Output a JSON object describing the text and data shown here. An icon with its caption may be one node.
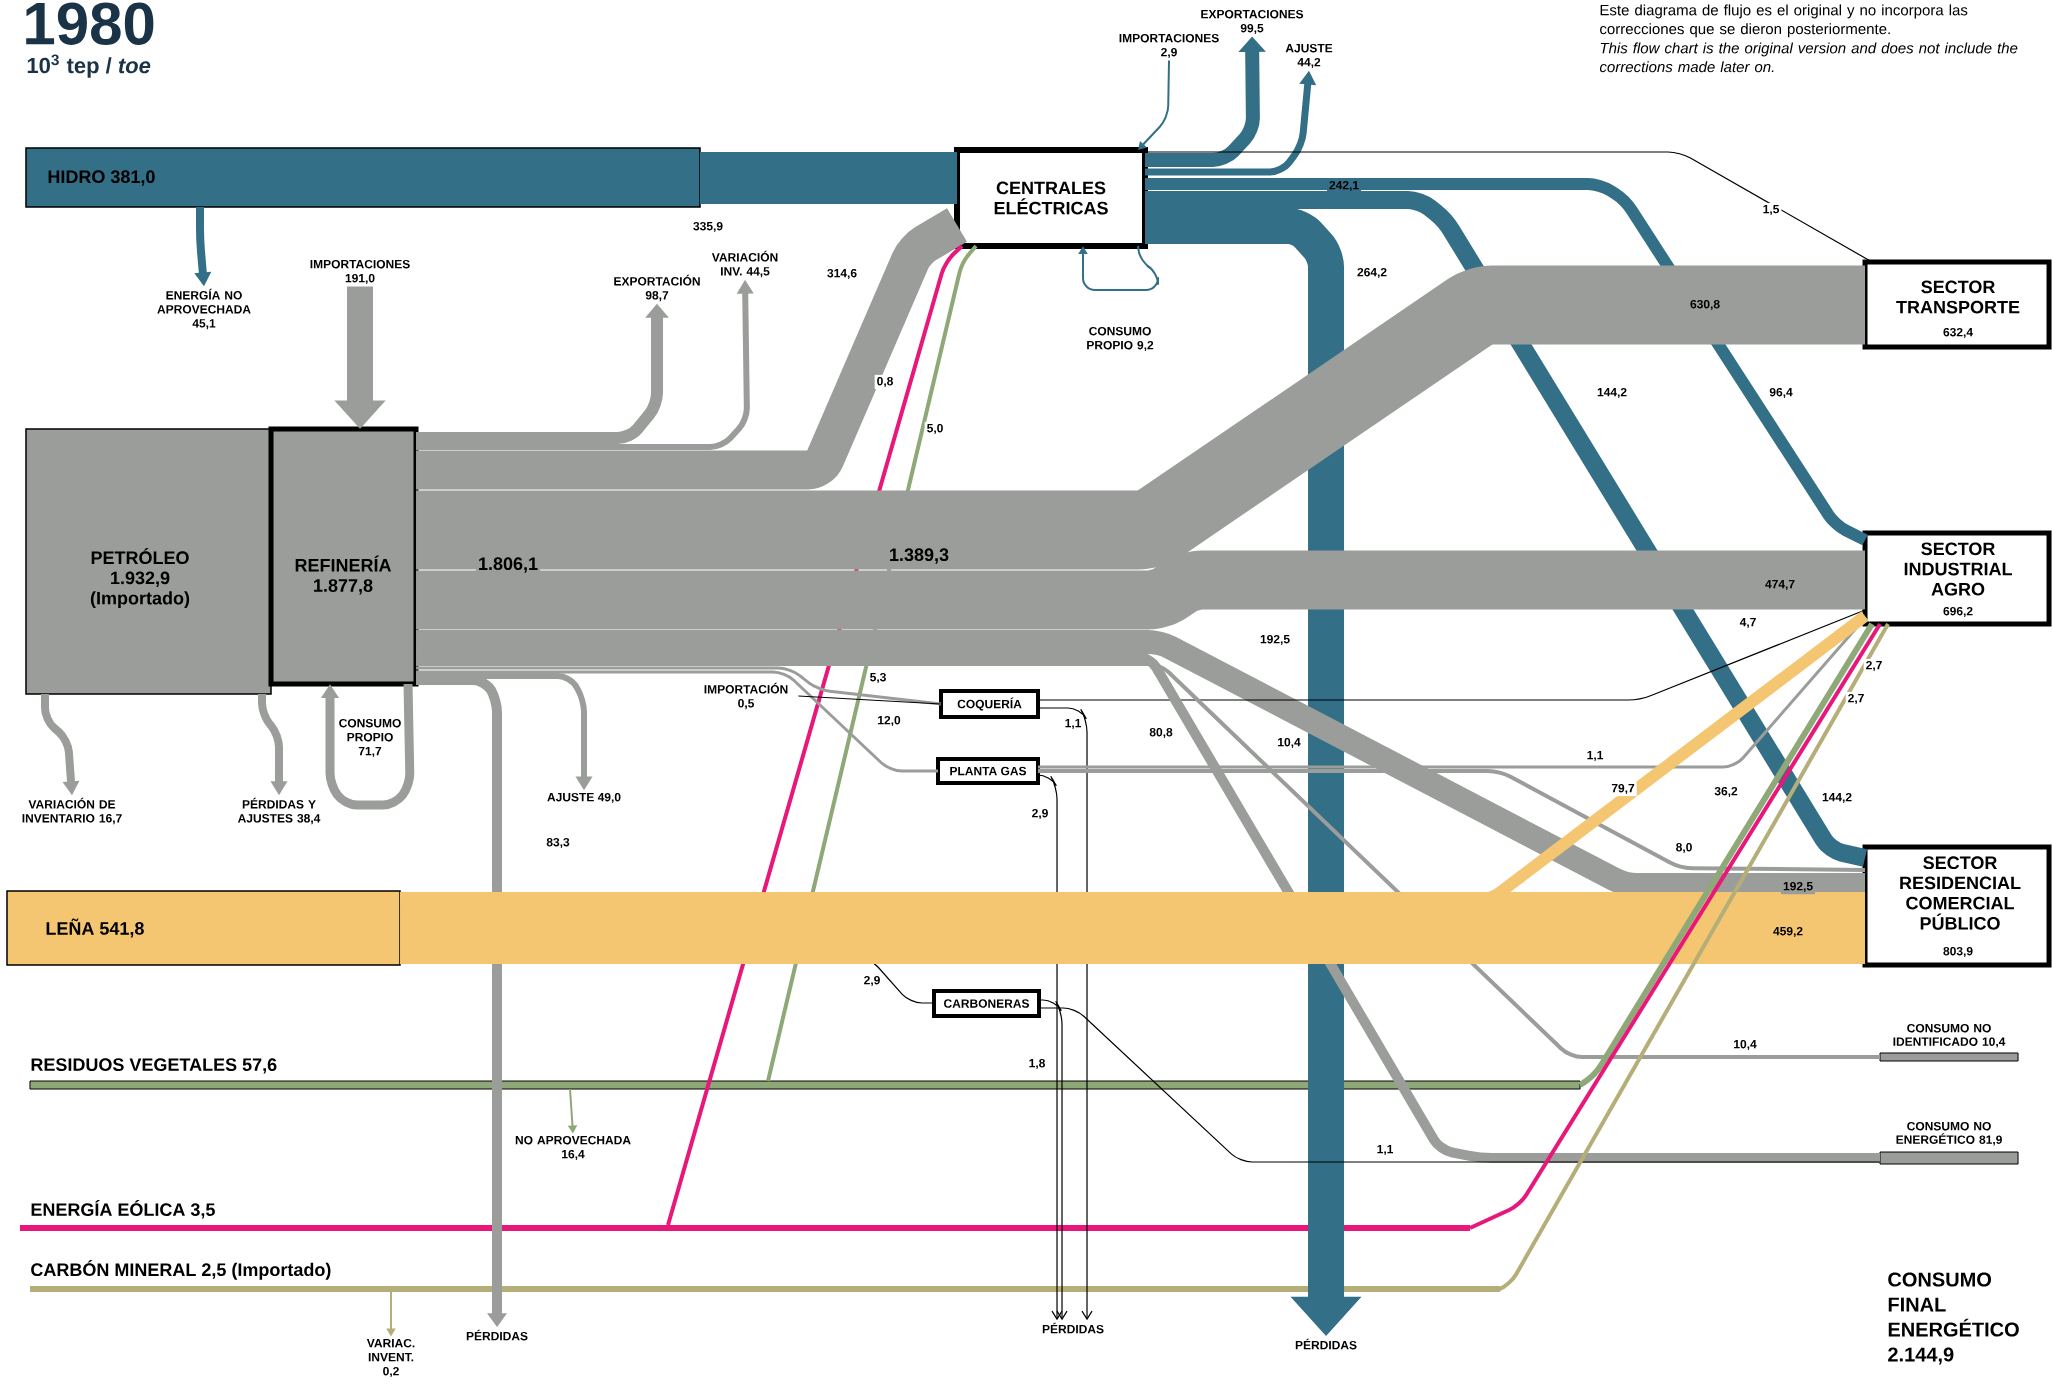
{
  "diagram": {
    "title": "1980",
    "nodes": [
      {
        "text": [
          "HIDRO 381,0"
        ]
      },
      {
        "text": [
          "CENTRALES ELÉCTRICAS"
        ]
      },
      {
        "text": [
          "PETRÓLEO 1.932,9 (Importado)"
        ]
      },
      {
        "text": [
          "REFINERÍA 1.877,8"
        ]
      },
      {
        "text": [
          "SECTOR TRANSPORTE",
          "632,4"
        ]
      },
      {
        "text": [
          "SECTOR INDUSTRIAL AGRO",
          "696,2"
        ]
      },
      {
        "text": [
          "SECTOR RESIDENCIAL COMERCIAL PÚBLICO",
          "803,9"
        ]
      },
      {
        "text": [
          "LEÑA 541,8"
        ]
      },
      {
        "text": [
          "COQUERÍA"
        ]
      },
      {
        "text": [
          "PLANTA GAS"
        ]
      },
      {
        "text": [
          "CARBONERAS"
        ]
      },
      {
        "text": [
          "RESIDUOS VEGETALES 57,6"
        ]
      },
      {
        "text": [
          "ENERGÍA EÓLICA 3,5"
        ]
      },
      {
        "text": [
          "CARBÓN MINERAL 2,5 (Importado)"
        ]
      },
      {
        "text": [
          "CONSUMO NO IDENTIFICADO 10,4"
        ]
      },
      {
        "text": [
          "CONSUMO NO ENERGÉTICO 81,9"
        ]
      },
      {
        "text": [
          "ENERGÍA NO APROVECHADA 45,1"
        ]
      },
      {
        "text": [
          "IMPORTACIONES 191,0"
        ]
      },
      {
        "text": [
          "EXPORTACIÓN 98,7"
        ]
      },
      {
        "text": [
          "VARIACIÓN INV. 44,5"
        ]
      },
      {
        "text": [
          "IMPORTACIONES 2,9"
        ]
      },
      {
        "text": [
          "EXPORTACIONES 99,5"
        ]
      },
      {
        "text": [
          "AJUSTE 44,2"
        ]
      },
      {
        "text": [
          "VARIACIÓN DE INVENTARIO 16,7"
        ]
      },
      {
        "text": [
          "PÉRDIDAS Y AJUSTES 38,4"
        ]
      },
      {
        "text": [
          "AJUSTE 49,0"
        ]
      },
      {
        "text": [
          "PÉRDIDAS"
        ]
      },
      {
        "text": [
          "PÉRDIDAS"
        ]
      },
      {
        "text": [
          "PÉRDIDAS"
        ]
      },
      {
        "text": [
          "NO APROVECHADA 16,4"
        ]
      },
      {
        "text": [
          "VARIAC. INVENT. 0,2"
        ]
      },
      {
        "text": [
          "IMPORTACIÓN 0,5"
        ]
      }
    ],
    "edges": [
      {
        "from": 0,
        "to": 16,
        "arrow": "to",
        "color": "#336f87"
      },
      {
        "from": 0,
        "to": 1,
        "arrow": "none",
        "label": "335,9",
        "style": "thick",
        "color": "#336f87"
      },
      {
        "from": 17,
        "to": 3,
        "arrow": "to",
        "style": "thick"
      },
      {
        "from": 3,
        "to": 18,
        "arrow": "to",
        "style": "thick"
      },
      {
        "from": 3,
        "to": 19,
        "arrow": "to"
      },
      {
        "from": 3,
        "to": 1,
        "arrow": "none",
        "label": "314,6",
        "style": "thick"
      },
      {
        "from": 12,
        "to": 1,
        "arrow": "none",
        "label": "0,8",
        "color": "#e8177a"
      },
      {
        "from": 11,
        "to": 1,
        "arrow": "none",
        "label": "5,0",
        "color": "#8fa878"
      },
      {
        "from": 1,
        "to": 21,
        "arrow": "to",
        "style": "thick",
        "color": "#336f87"
      },
      {
        "from": 1,
        "to": 22,
        "arrow": "to",
        "color": "#336f87"
      },
      {
        "from": 20,
        "to": 1,
        "arrow": "to",
        "color": "#336f87"
      },
      {
        "from": 1,
        "to": 1,
        "arrow": "to",
        "label": "CONSUMO PROPIO 9,2",
        "color": "#336f87"
      },
      {
        "from": 1,
        "to": 4,
        "arrow": "none",
        "label": "1,5",
        "color": "#000000"
      },
      {
        "from": 1,
        "to": 5,
        "arrow": "none",
        "label": "96,4",
        "style": "thick",
        "color": "#336f87"
      },
      {
        "from": 1,
        "to": 6,
        "arrow": "none",
        "label": "144,2",
        "style": "thick",
        "color": "#336f87"
      },
      {
        "from": 1,
        "to": 28,
        "arrow": "to",
        "label": "264,2",
        "style": "thick",
        "color": "#336f87"
      },
      {
        "from": 3,
        "to": 4,
        "arrow": "none",
        "label": "630,8",
        "style": "thick"
      },
      {
        "from": 3,
        "to": 5,
        "arrow": "none",
        "label": "474,7",
        "style": "thick"
      },
      {
        "from": 3,
        "to": 6,
        "arrow": "none",
        "label": "192,5",
        "style": "thick"
      },
      {
        "from": 2,
        "to": 23,
        "arrow": "to"
      },
      {
        "from": 2,
        "to": 24,
        "arrow": "to"
      },
      {
        "from": 3,
        "to": 3,
        "arrow": "to",
        "label": "CONSUMO PROPIO 71,7"
      },
      {
        "from": 3,
        "to": 25,
        "arrow": "to"
      },
      {
        "from": 3,
        "to": 26,
        "arrow": "to",
        "label": "83,3"
      },
      {
        "from": 3,
        "to": 8,
        "arrow": "none",
        "label": "5,3"
      },
      {
        "from": 3,
        "to": 9,
        "arrow": "none",
        "label": "12,0"
      },
      {
        "from": 31,
        "to": 8,
        "arrow": "none",
        "color": "#000000"
      },
      {
        "from": 8,
        "to": 27,
        "arrow": "to",
        "label": "1,1",
        "color": "#000000"
      },
      {
        "from": 8,
        "to": 5,
        "arrow": "none",
        "label": "4,7",
        "color": "#000000"
      },
      {
        "from": 9,
        "to": 27,
        "arrow": "to",
        "label": "2,9",
        "color": "#000000"
      },
      {
        "from": 9,
        "to": 5,
        "arrow": "none",
        "label": "1,1"
      },
      {
        "from": 9,
        "to": 6,
        "arrow": "none",
        "label": "8,0"
      },
      {
        "from": 3,
        "to": 14,
        "arrow": "none",
        "label": "10,4"
      },
      {
        "from": 3,
        "to": 15,
        "arrow": "none",
        "label": "80,8"
      },
      {
        "from": 7,
        "to": 10,
        "arrow": "none",
        "label": "2,9",
        "color": "#000000"
      },
      {
        "from": 10,
        "to": 27,
        "arrow": "to",
        "label": "1,8",
        "color": "#000000"
      },
      {
        "from": 10,
        "to": 15,
        "arrow": "none",
        "label": "1,1",
        "color": "#000000"
      },
      {
        "from": 7,
        "to": 5,
        "arrow": "none",
        "label": "79,7",
        "style": "thick",
        "color": "#f5c671"
      },
      {
        "from": 7,
        "to": 6,
        "arrow": "none",
        "label": "459,2",
        "style": "thick",
        "color": "#f5c671"
      },
      {
        "from": 11,
        "to": 29,
        "arrow": "to",
        "color": "#8fa878"
      },
      {
        "from": 11,
        "to": 5,
        "arrow": "none",
        "label": "36,2",
        "color": "#8fa878"
      },
      {
        "from": 12,
        "to": 5,
        "arrow": "none",
        "label": "2,7",
        "color": "#e8177a"
      },
      {
        "from": 13,
        "to": 5,
        "arrow": "none",
        "label": "2,7",
        "color": "#b5ae78"
      },
      {
        "from": 13,
        "to": 30,
        "arrow": "to",
        "color": "#b5ae78"
      }
    ],
    "labels": [
      "1.806,1",
      "1.389,3",
      "242,1",
      "144,2",
      "192,5",
      "10,4",
      "10$^{3}$ tep / *toe*",
      "Este diagrama de flujo es el original y no incorpora las correcciones que se dieron posteriormente.",
      "This flow chart is the original version and does not include the corrections made later on.",
      "CONSUMO FINAL ENERGÉTICO 2.144,9"
    ]
  }
}
